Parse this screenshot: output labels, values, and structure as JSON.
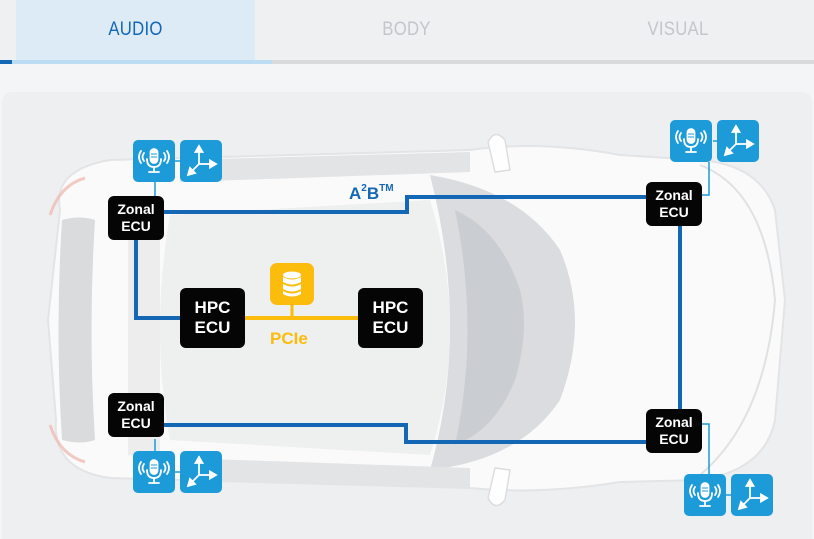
{
  "tabs": [
    {
      "label": "AUDIO",
      "active": true
    },
    {
      "label": "BODY",
      "active": false
    },
    {
      "label": "VISUAL",
      "active": false
    }
  ],
  "diagram": {
    "bus_labels": {
      "a2b_main": "A",
      "a2b_sup": "2",
      "a2b_tail": "B",
      "a2b_tm": "TM",
      "pcie": "PCIe"
    },
    "zonal_ecus": [
      {
        "id": "front-left",
        "line1": "Zonal",
        "line2": "ECU"
      },
      {
        "id": "front-right",
        "line1": "Zonal",
        "line2": "ECU"
      },
      {
        "id": "rear-left",
        "line1": "Zonal",
        "line2": "ECU"
      },
      {
        "id": "rear-right",
        "line1": "Zonal",
        "line2": "ECU"
      }
    ],
    "hpc_ecus": [
      {
        "id": "hpc-left",
        "line1": "HPC",
        "line2": "ECU"
      },
      {
        "id": "hpc-right",
        "line1": "HPC",
        "line2": "ECU"
      }
    ],
    "sensor_icons": [
      "microphone-icon",
      "axis-accelerometer-icon"
    ],
    "storage_icon": "database-icon",
    "colors": {
      "a2b_bus": "#1367b4",
      "pcie_bus": "#fbbc0b",
      "sensor_tile": "#1d9ad8",
      "ecu_box": "#050505",
      "tab_active_text": "#1367b4",
      "tab_inactive_text": "#c3c6ca"
    }
  }
}
